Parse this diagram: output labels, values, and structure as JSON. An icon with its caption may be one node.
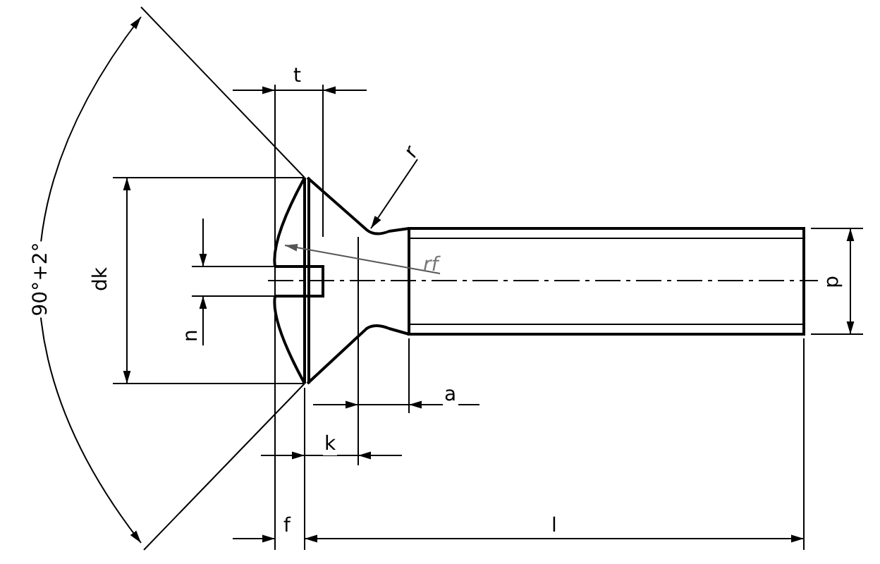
{
  "diagram": {
    "nodes": [
      {
        "text": [
          "r"
        ]
      },
      {
        "text": [
          "rf"
        ]
      }
    ],
    "edges": [
      {
        "from": 0,
        "to": null,
        "arrow": "to"
      },
      {
        "from": 1,
        "to": null,
        "arrow": "to"
      }
    ],
    "labels": [
      "90°+2°",
      "t",
      "dk",
      "n",
      "d",
      "a",
      "k",
      "f",
      "l"
    ]
  }
}
